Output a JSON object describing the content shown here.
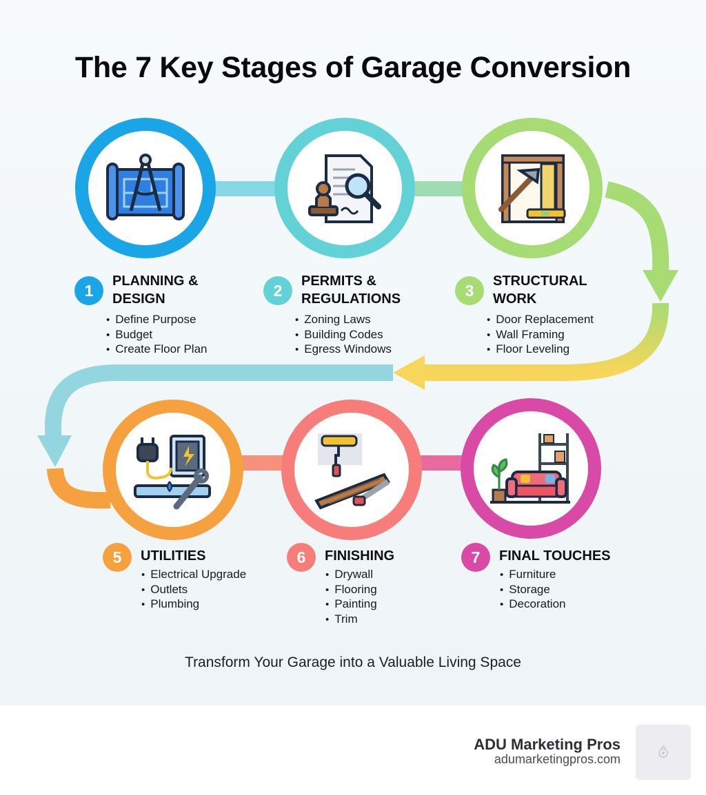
{
  "title": "The 7 Key Stages of Garage Conversion",
  "tagline": "Transform Your Garage into a Valuable Living Space",
  "colors": {
    "stage1": "#1aa6e6",
    "stage2": "#62d2d6",
    "stage3": "#a7dc74",
    "stage4": "#f8d659",
    "stage5": "#f6a13f",
    "stage6": "#f77d7a",
    "stage7": "#d94aa6",
    "return_path": "#94d6e0"
  },
  "stages": [
    {
      "number": "1",
      "title_line1": "PLANNING &",
      "title_line2": "DESIGN",
      "icon": "blueprint-compass-icon",
      "items": [
        "Define Purpose",
        "Budget",
        "Create Floor Plan"
      ]
    },
    {
      "number": "2",
      "title_line1": "PERMITS &",
      "title_line2": "REGULATIONS",
      "icon": "document-stamp-magnifier-icon",
      "items": [
        "Zoning Laws",
        "Building Codes",
        "Egress Windows"
      ]
    },
    {
      "number": "3",
      "title_line1": "STRUCTURAL",
      "title_line2": "WORK",
      "icon": "hammer-framing-level-icon",
      "items": [
        "Door Replacement",
        "Wall Framing",
        "Floor Leveling"
      ]
    },
    {
      "number": "5",
      "title_line1": "UTILITIES",
      "title_line2": "",
      "icon": "plug-panel-pipe-wrench-icon",
      "items": [
        "Electrical Upgrade",
        "Outlets",
        "Plumbing"
      ]
    },
    {
      "number": "6",
      "title_line1": "FINISHING",
      "title_line2": "",
      "icon": "paint-roller-plank-saw-icon",
      "items": [
        "Drywall",
        "Flooring",
        "Painting",
        "Trim"
      ]
    },
    {
      "number": "7",
      "title_line1": "FINAL TOUCHES",
      "title_line2": "",
      "icon": "sofa-plant-shelf-icon",
      "items": [
        "Furniture",
        "Storage",
        "Decoration"
      ]
    }
  ],
  "footer": {
    "brand_name": "ADU Marketing Pros",
    "brand_url": "adumarketingpros.com",
    "logo_icon": "brand-logo-icon"
  }
}
